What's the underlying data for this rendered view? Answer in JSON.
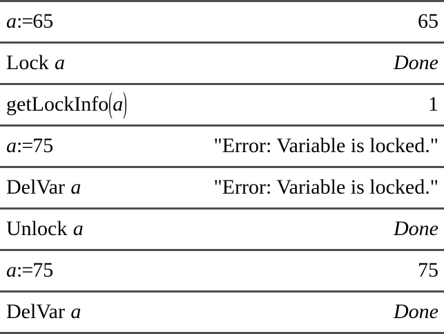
{
  "document": {
    "type": "cas-calculator-history",
    "title": "TI CAS variable lock example",
    "colors": {
      "background": "#ffffff",
      "text": "#000000",
      "rule": "#4d4d4d"
    }
  },
  "table": {
    "row_count": 8,
    "columns": [
      "input",
      "result"
    ],
    "rows": [
      {
        "input": {
          "var": "a",
          "assign": ":=",
          "num": "65",
          "plain": "a:=65"
        },
        "result": {
          "text": "65",
          "style": "upright"
        }
      },
      {
        "input": {
          "keyword": "Lock",
          "var": "a",
          "plain": "Lock a"
        },
        "result": {
          "text": "Done",
          "style": "italic"
        }
      },
      {
        "input": {
          "keyword": "getLockInfo",
          "open_paren": "(",
          "var": "a",
          "close_paren": ")",
          "plain": "getLockInfo(a)"
        },
        "result": {
          "text": "1",
          "style": "upright"
        }
      },
      {
        "input": {
          "var": "a",
          "assign": ":=",
          "num": "75",
          "plain": "a:=75"
        },
        "result": {
          "text": "\"Error: Variable is locked.\"",
          "style": "upright"
        }
      },
      {
        "input": {
          "keyword": "DelVar",
          "var": "a",
          "plain": "DelVar a"
        },
        "result": {
          "text": "\"Error: Variable is locked.\"",
          "style": "upright"
        }
      },
      {
        "input": {
          "keyword": "Unlock",
          "var": "a",
          "plain": "Unlock a"
        },
        "result": {
          "text": "Done",
          "style": "italic"
        }
      },
      {
        "input": {
          "var": "a",
          "assign": ":=",
          "num": "75",
          "plain": "a:=75"
        },
        "result": {
          "text": "75",
          "style": "upright"
        }
      },
      {
        "input": {
          "keyword": "DelVar",
          "var": "a",
          "plain": "DelVar a"
        },
        "result": {
          "text": "Done",
          "style": "italic"
        }
      }
    ]
  }
}
